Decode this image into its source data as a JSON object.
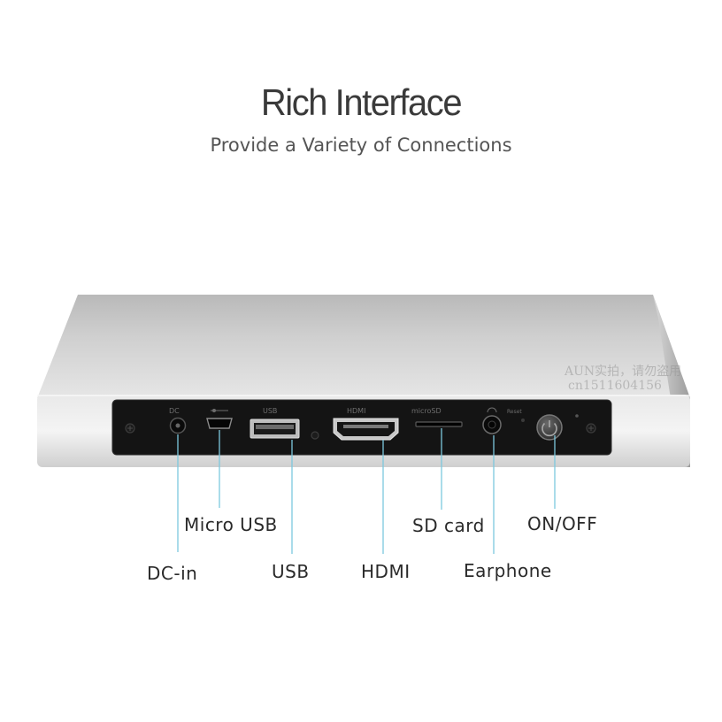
{
  "header": {
    "title": "Rich Interface",
    "subtitle": "Provide a Variety of Connections"
  },
  "panel_markings": {
    "dc": "DC",
    "usb": "USB",
    "hdmi": "HDMI",
    "microsd": "microSD",
    "reset": "Reset"
  },
  "ports": {
    "micro_usb": "Micro USB",
    "dc_in": "DC-in",
    "usb": "USB",
    "hdmi": "HDMI",
    "sd_card": "SD card",
    "earphone": "Earphone",
    "on_off": "ON/OFF"
  },
  "watermark": {
    "line1": "AUN实拍，请勿盗用",
    "line2": "cn1511604156"
  },
  "colors": {
    "callout_line": "#7cc8de",
    "panel": "#141414",
    "chassis": "#dcdcdc"
  }
}
